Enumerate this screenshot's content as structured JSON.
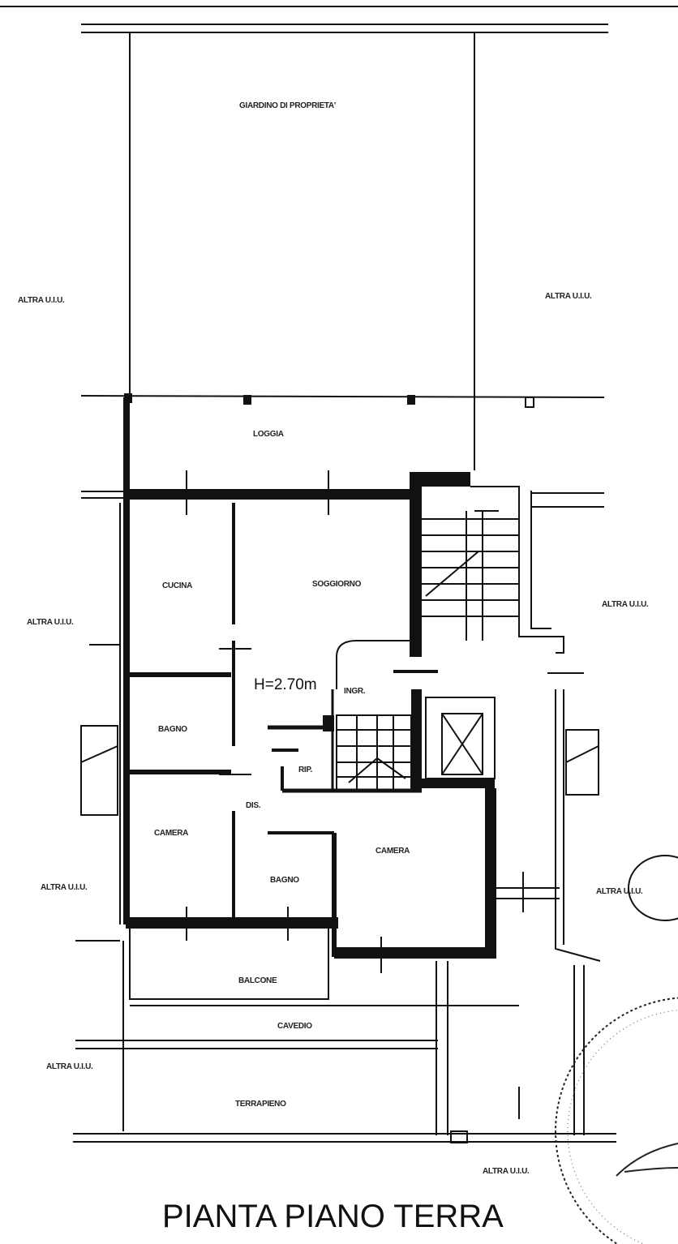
{
  "plan": {
    "title": "PIANTA PIANO TERRA",
    "height_note": "H=2.70m",
    "rooms": {
      "garden": "GIARDINO DI PROPRIETA'",
      "loggia": "LOGGIA",
      "kitchen": "CUCINA",
      "living": "SOGGIORNO",
      "entrance": "INGR.",
      "bath_1": "BAGNO",
      "storage": "RIP.",
      "hall": "DIS.",
      "bedroom_1": "CAMERA",
      "bedroom_2": "CAMERA",
      "bath_2": "BAGNO",
      "balcony": "BALCONE",
      "shaft": "CAVEDIO",
      "embankment": "TERRAPIENO"
    },
    "neighbors": {
      "left_top": "ALTRA U.I.U.",
      "right_top": "ALTRA U.I.U.",
      "left_mid": "ALTRA U.I.U.",
      "right_mid": "ALTRA U.I.U.",
      "left_low": "ALTRA U.I.U.",
      "right_low": "ALTRA U.I.U.",
      "left_bottom": "ALTRA U.I.U.",
      "bottom": "ALTRA U.I.U."
    }
  }
}
